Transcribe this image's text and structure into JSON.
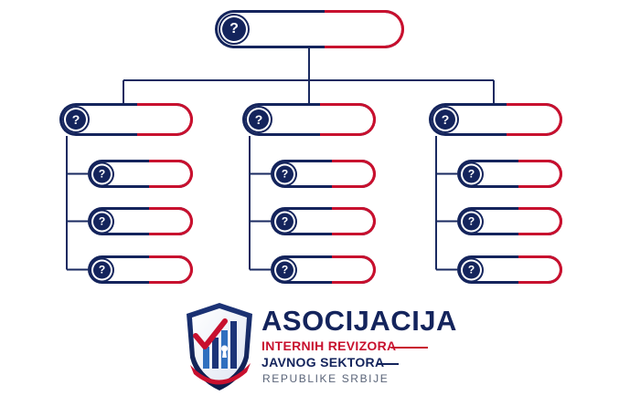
{
  "diagram": {
    "node_symbol": "?",
    "colors": {
      "navy": "#14245c",
      "red": "#c8102e",
      "connector": "#1a2a60"
    },
    "root": {
      "label": "?"
    },
    "branches": [
      {
        "label": "?",
        "children": [
          "?",
          "?",
          "?"
        ]
      },
      {
        "label": "?",
        "children": [
          "?",
          "?",
          "?"
        ]
      },
      {
        "label": "?",
        "children": [
          "?",
          "?",
          "?"
        ]
      }
    ]
  },
  "logo": {
    "name": "ASOCIJACIJA",
    "line1": "INTERNIH REVIZORA",
    "line2": "JAVNOG SEKTORA",
    "line3": "REPUBLIKE SRBIJE",
    "shield_icon": "shield-checkmark-chart-keyhole-icon"
  }
}
